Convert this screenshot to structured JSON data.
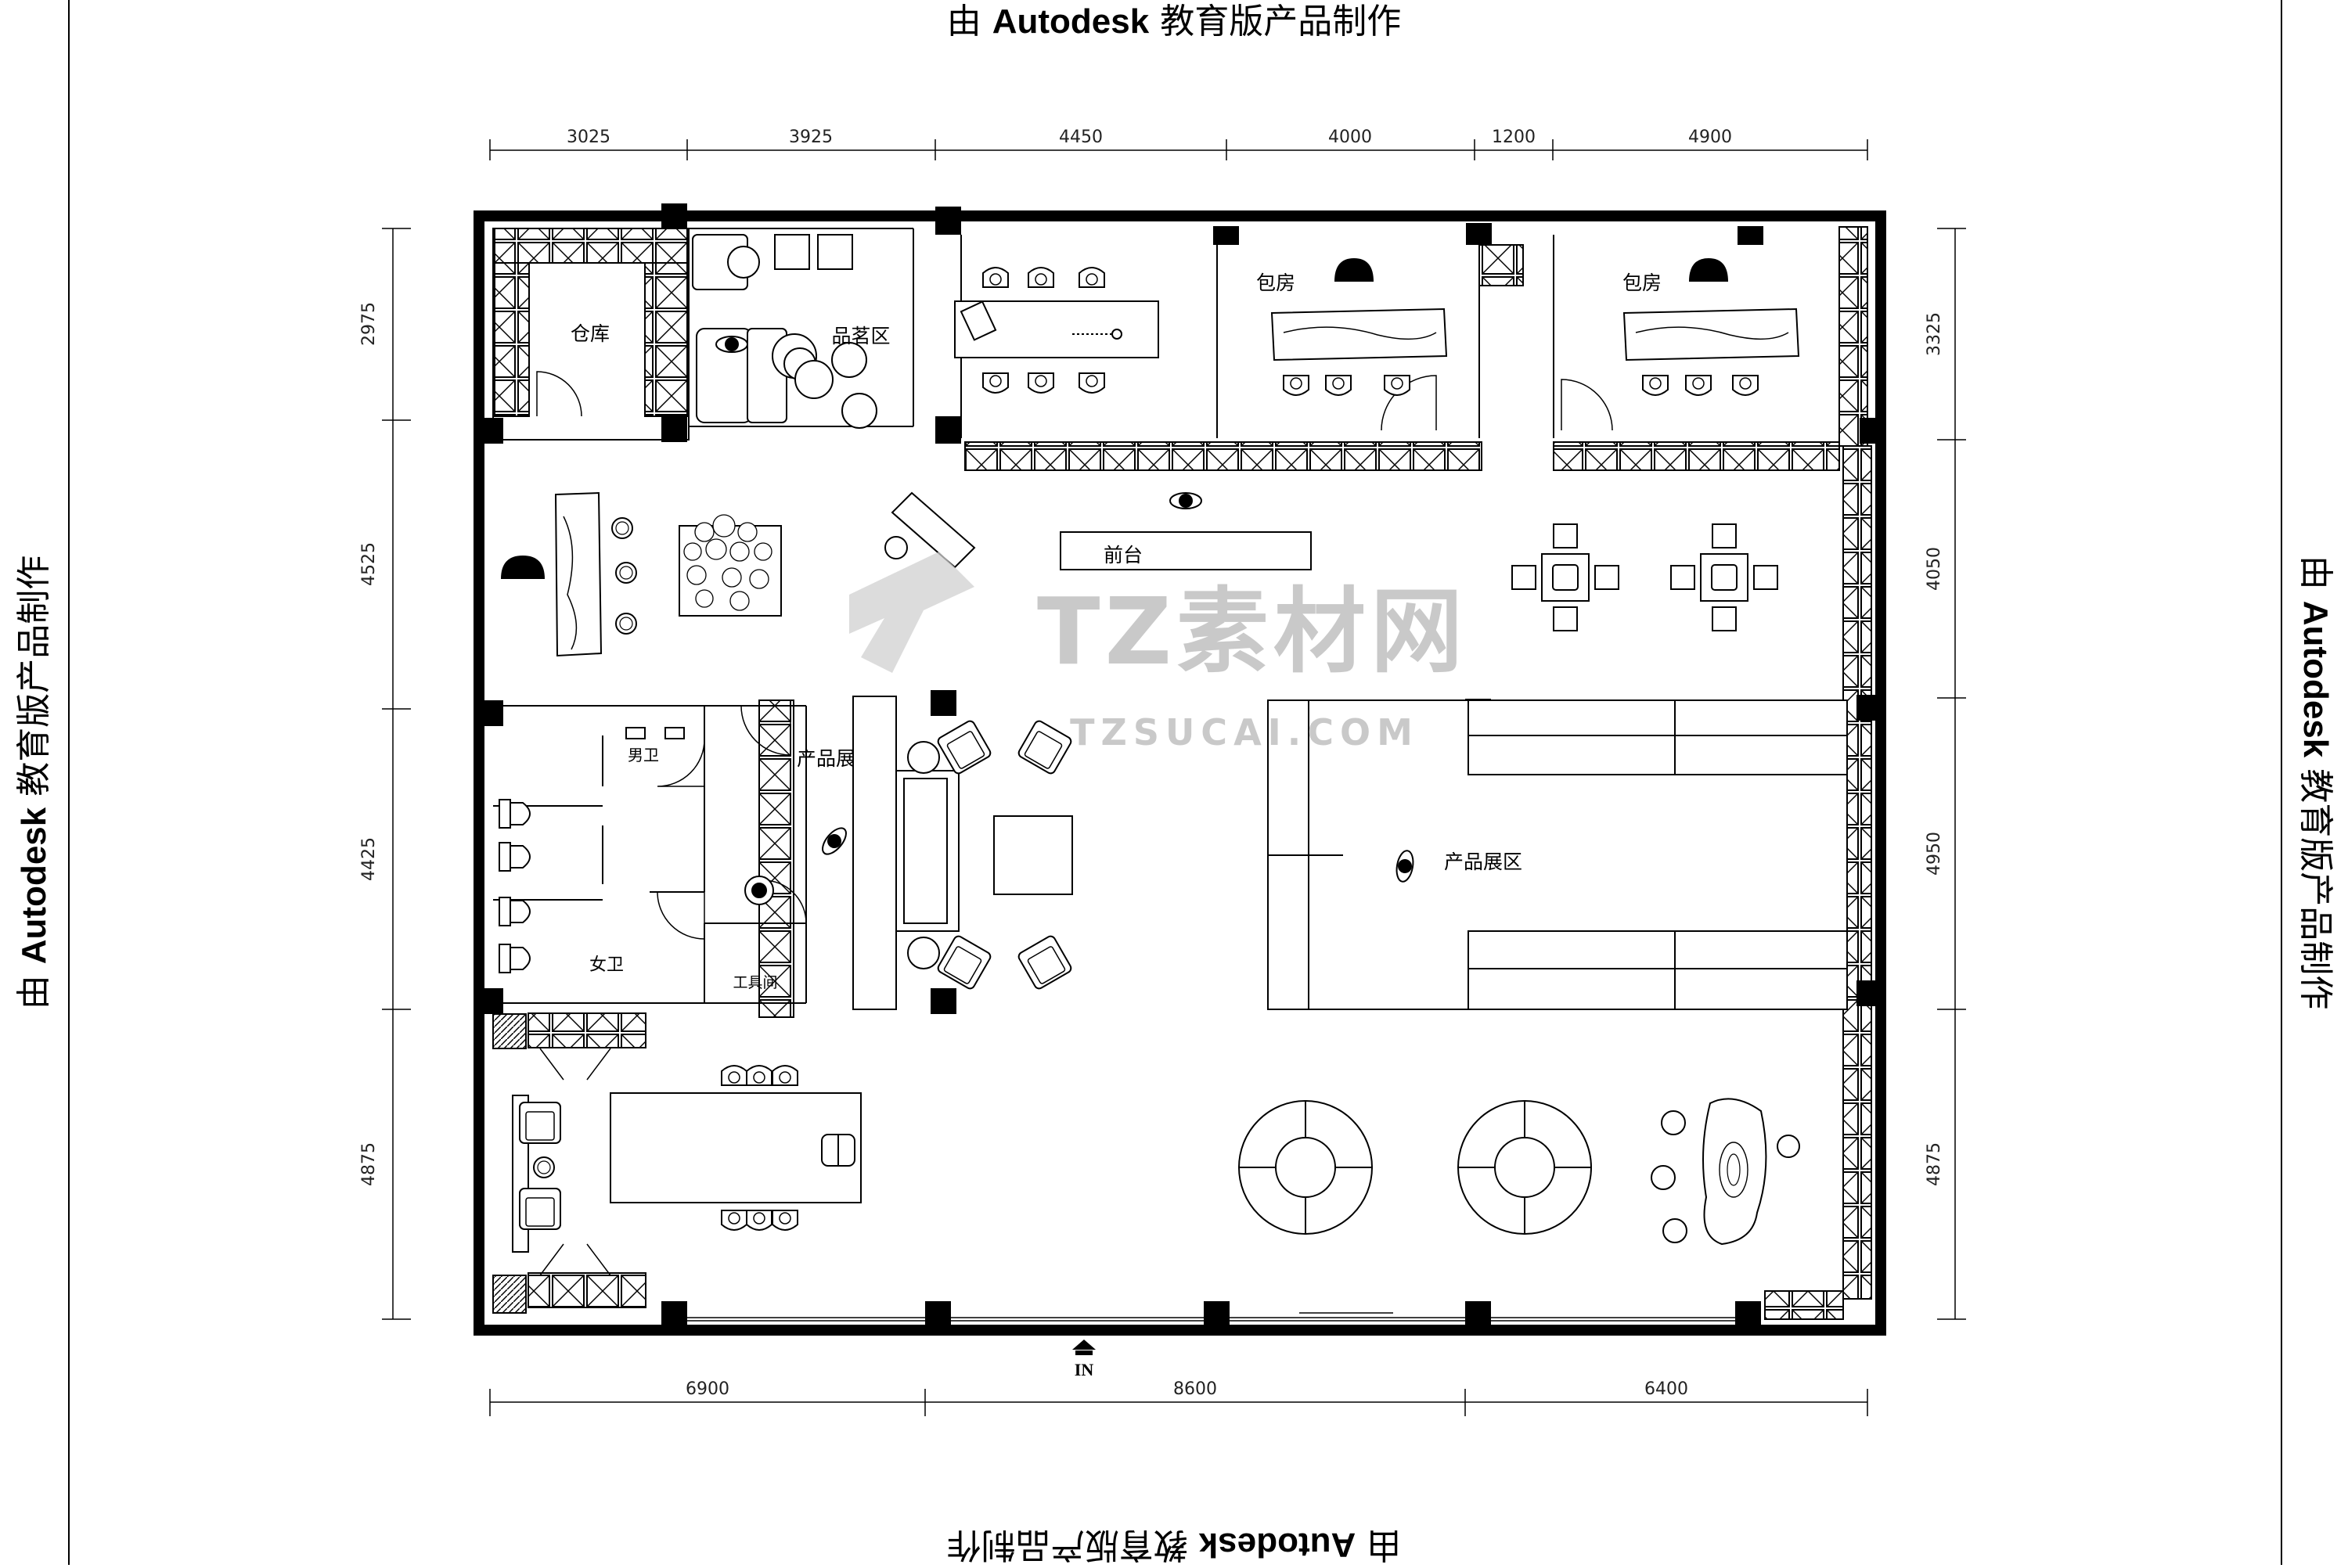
{
  "drawing": {
    "autodesk_stamp": {
      "prefix": "由",
      "brand": "Autodesk",
      "suffix": "教育版产品制作"
    },
    "dimensions": {
      "top": [
        "3025",
        "3925",
        "4450",
        "4000",
        "1200",
        "4900"
      ],
      "bottom": [
        "6900",
        "8600",
        "6400"
      ],
      "left": [
        "2975",
        "4525",
        "4425",
        "4875"
      ],
      "right": [
        "3325",
        "4050",
        "4950",
        "4875"
      ]
    },
    "rooms": {
      "storage": "仓库",
      "tea_area": "品茗区",
      "private_room_1": "包房",
      "private_room_2": "包房",
      "reception": "前台",
      "display_left": "产品展区",
      "display_main": "产品展区",
      "mens_wc": "男卫",
      "womens_wc": "女卫",
      "tool_room": "工具间"
    },
    "entrance_label": "IN",
    "watermark": {
      "text": "TZ素材网",
      "url": "TZSUCAI.COM"
    }
  }
}
